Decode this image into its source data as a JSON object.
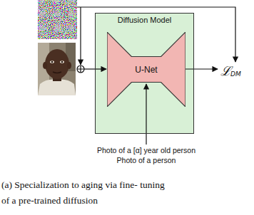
{
  "diagram": {
    "caption": "(a) Specialization to aging via fine- tuning of a pre-trained diffusion",
    "nodes": [
      {
        "text": [
          "Diffusion Model"
        ]
      },
      {
        "text": [
          "U-Net"
        ],
        "in": 0
      }
    ],
    "labels": [
      "ℒ",
      "DM",
      "Photo of a [α] year old person",
      "Photo of a person"
    ]
  }
}
